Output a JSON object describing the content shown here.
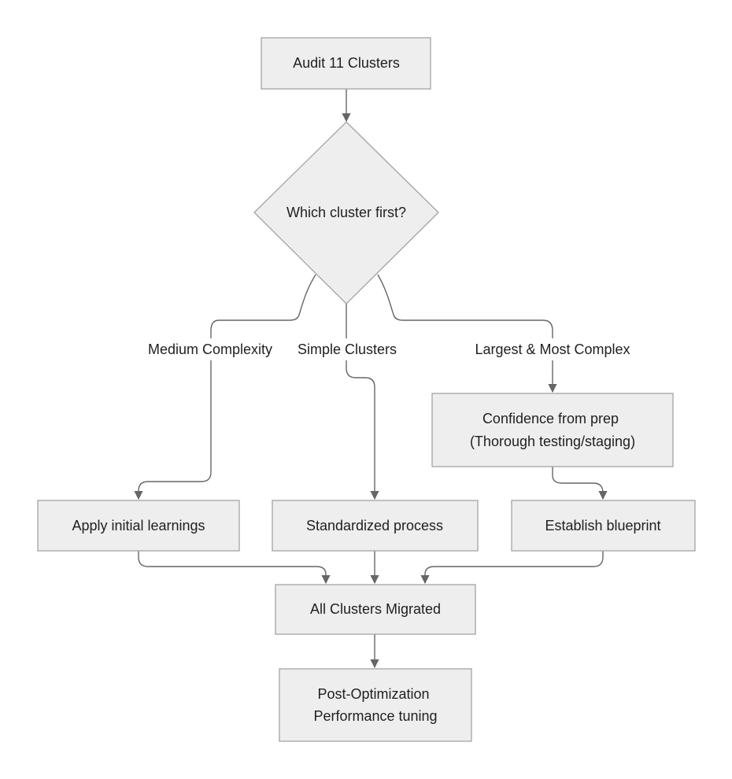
{
  "nodes": {
    "audit": {
      "lines": [
        "Audit 11 Clusters"
      ]
    },
    "decision": {
      "lines": [
        "Which cluster first?"
      ]
    },
    "confidence": {
      "lines": [
        "Confidence from prep",
        "(Thorough testing/staging)"
      ]
    },
    "apply": {
      "lines": [
        "Apply initial learnings"
      ]
    },
    "standardized": {
      "lines": [
        "Standardized process"
      ]
    },
    "blueprint": {
      "lines": [
        "Establish blueprint"
      ]
    },
    "migrated": {
      "lines": [
        "All Clusters Migrated"
      ]
    },
    "post": {
      "lines": [
        "Post-Optimization",
        "Performance tuning"
      ]
    }
  },
  "edges": {
    "medium": {
      "label": "Medium Complexity"
    },
    "simple": {
      "label": "Simple Clusters"
    },
    "largest": {
      "label": "Largest & Most Complex"
    }
  },
  "colors": {
    "node_fill": "#eeeeee",
    "node_stroke": "#a3a3a3",
    "edge": "#666666",
    "text": "#1f1f1f"
  }
}
